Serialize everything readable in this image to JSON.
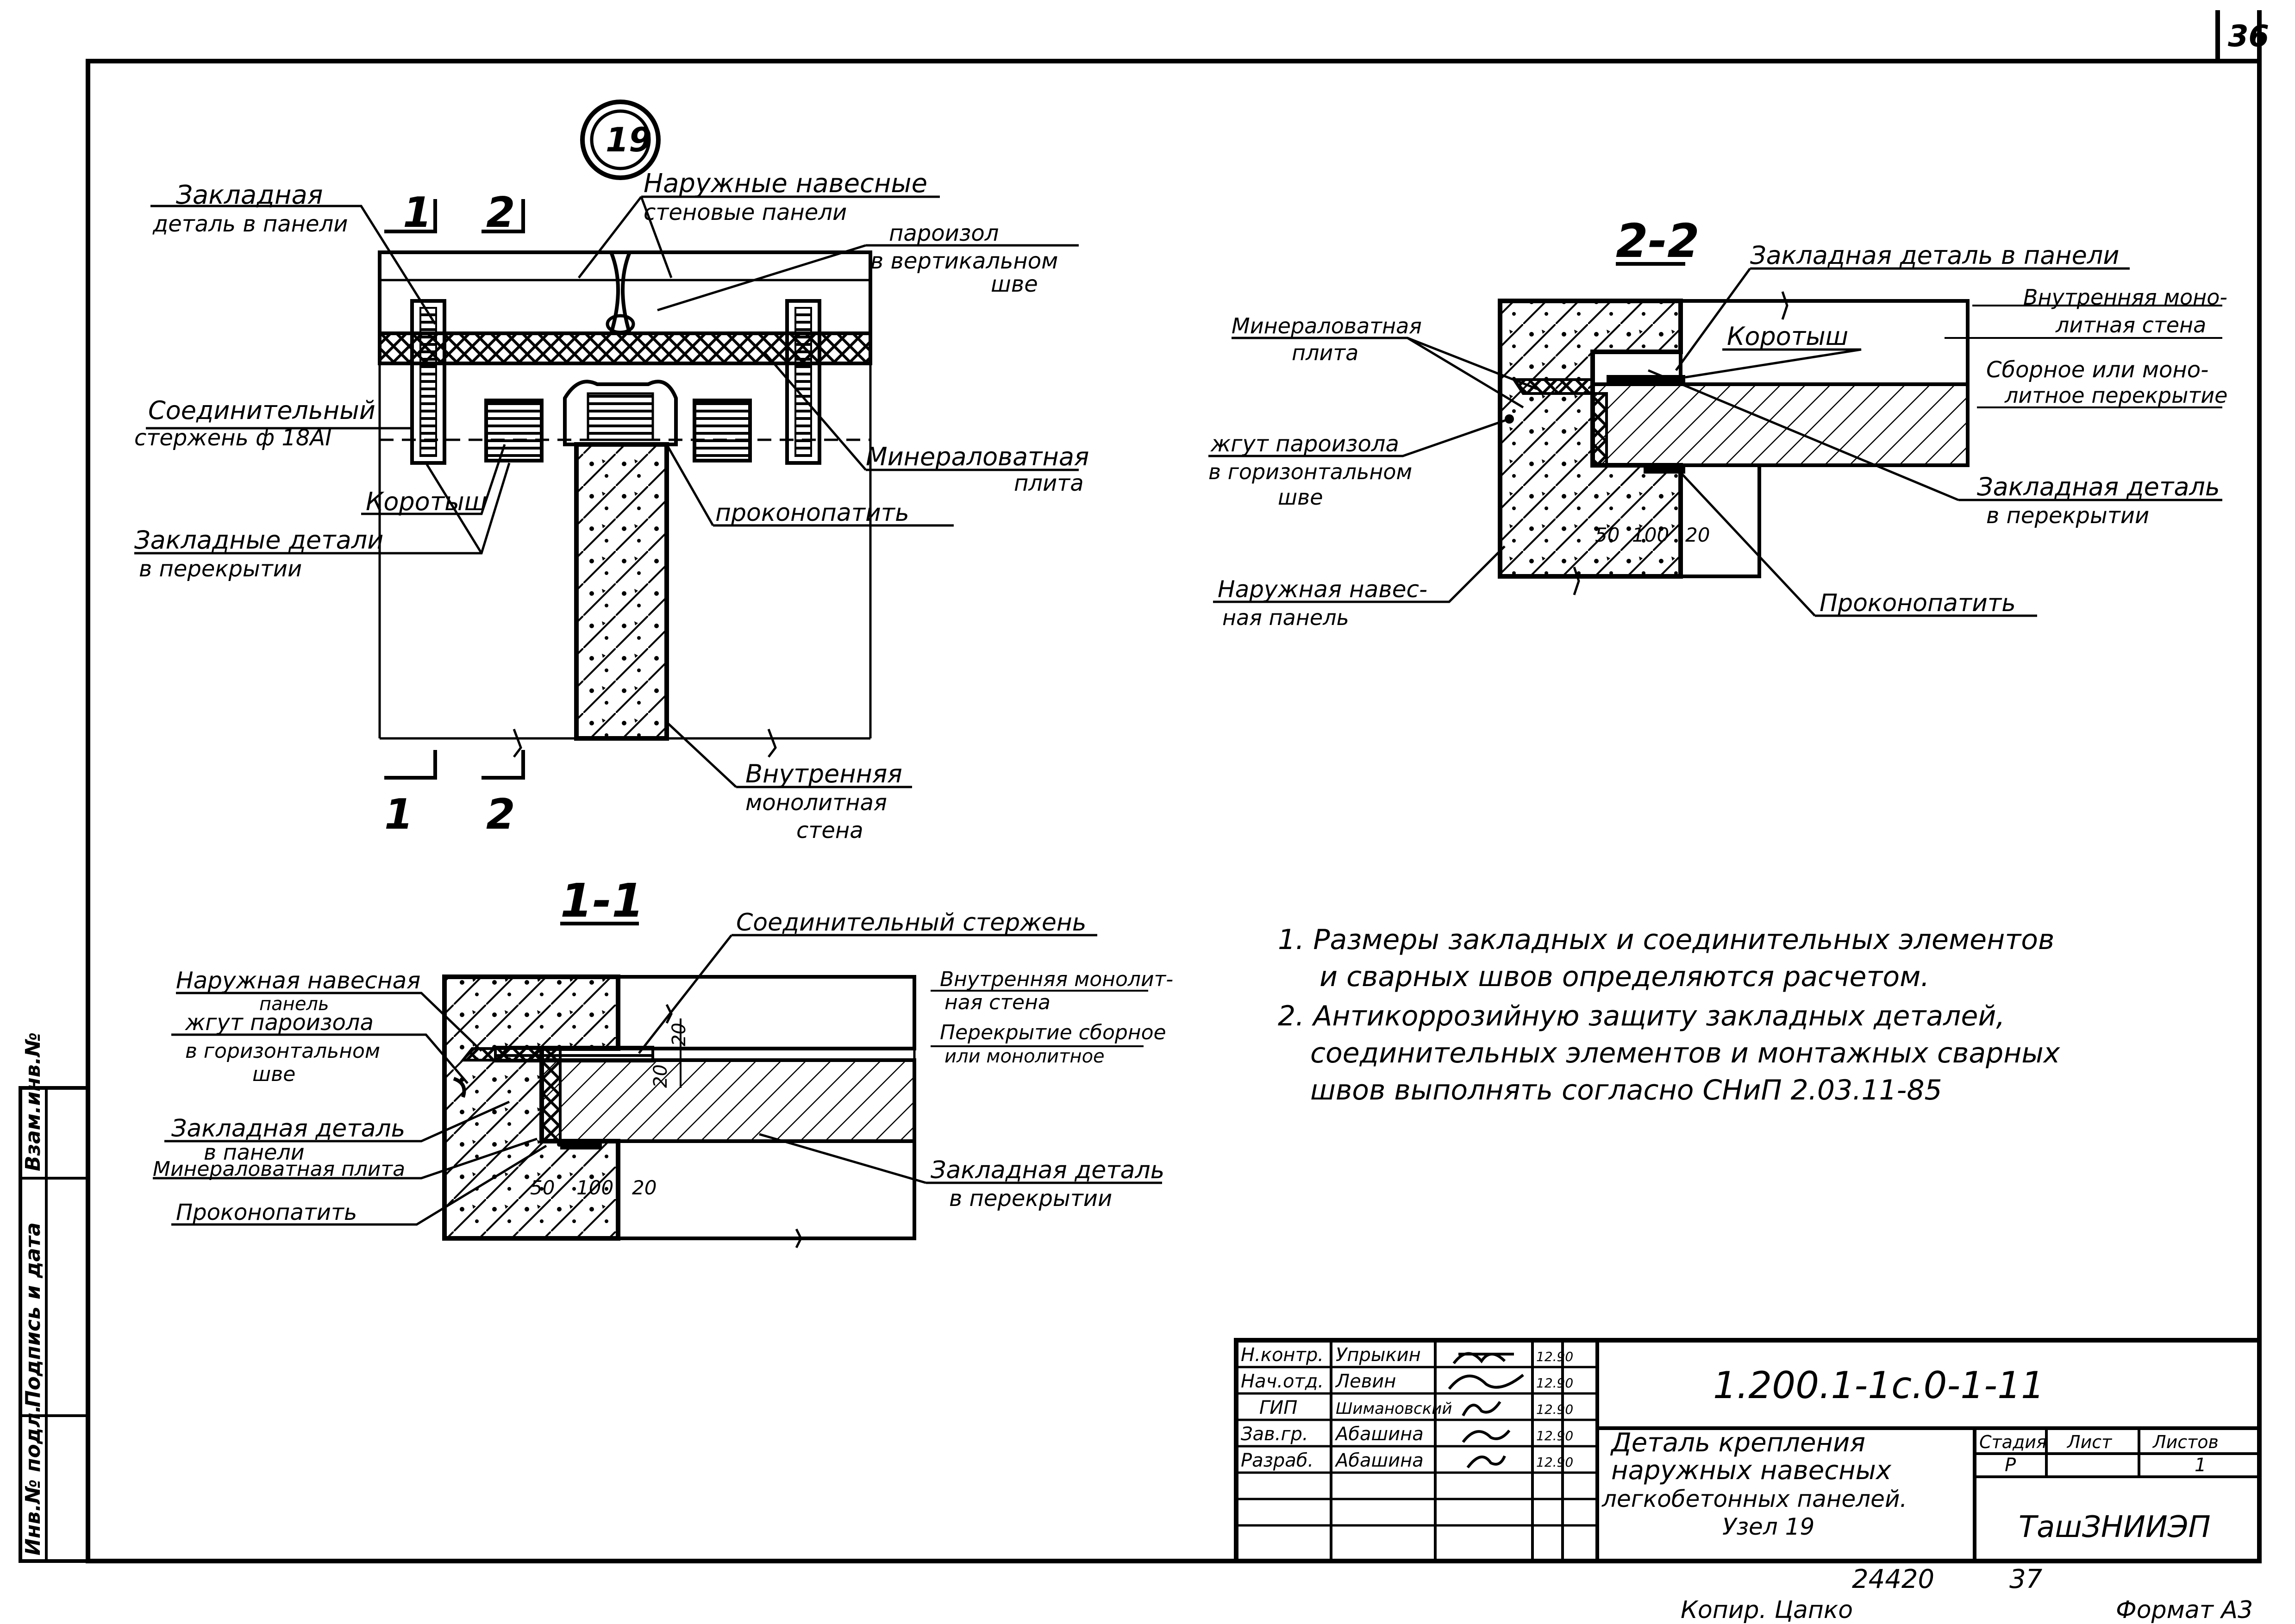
{
  "sheet": {
    "number": "36",
    "inventory": "24420",
    "copy_number": "37",
    "copier": "Копир. Цапко",
    "format": "Формат А3"
  },
  "node_marker": "19",
  "plan": {
    "labels": {
      "embedded_panel_1": "Закладная",
      "embedded_panel_2": "деталь в панели",
      "outer_panels_1": "Наружные навесные",
      "outer_panels_2": "стеновые панели",
      "vapor_vertical_1": "пароизол",
      "vapor_vertical_2": "в вертикальном",
      "vapor_vertical_3": "шве",
      "connector_rod_1": "Соединительный",
      "connector_rod_2": "стержень ф 18АI",
      "short_piece": "Коротыш",
      "embedded_floor_1": "Закладные детали",
      "embedded_floor_2": "в перекрытии",
      "mineral_plate_1": "Минераловатная",
      "mineral_plate_2": "плита",
      "caulk": "проконопатить",
      "inner_wall_1": "Внутренняя",
      "inner_wall_2": "монолитная",
      "inner_wall_3": "стена"
    },
    "cuts": {
      "c1": "1",
      "c2": "2"
    }
  },
  "section_22": {
    "title": "2-2",
    "labels": {
      "embedded_panel": "Закладная деталь в панели",
      "inner_wall_1": "Внутренняя моно-",
      "inner_wall_2": "литная стена",
      "short_piece": "Коротыш",
      "mineral_1": "Минераловатная",
      "mineral_2": "плита",
      "floor_1": "Сборное или моно-",
      "floor_2": "литное перекрытие",
      "vapor_1": "жгут пароизола",
      "vapor_2": "в горизонтальном",
      "vapor_3": "шве",
      "embedded_floor_1": "Закладная деталь",
      "embedded_floor_2": "в перекрытии",
      "outer_panel_1": "Наружная навес-",
      "outer_panel_2": "ная панель",
      "caulk": "Проконопатить"
    },
    "dims": {
      "d50": "50",
      "d100": "100",
      "d20": "20"
    }
  },
  "section_11": {
    "title": "1-1",
    "labels": {
      "connector_rod": "Соединительный стержень",
      "outer_panel_1": "Наружная навесная",
      "outer_panel_2": "панель",
      "vapor_1": "жгут пароизола",
      "vapor_2": "в горизонтальном",
      "vapor_3": "шве",
      "embedded_panel_1": "Закладная деталь",
      "embedded_panel_2": "в панели",
      "mineral": "Минераловатная плита",
      "caulk": "Проконопатить",
      "inner_wall_1": "Внутренняя монолит-",
      "inner_wall_2": "ная стена",
      "floor_1": "Перекрытие сборное",
      "floor_2": "или монолитное",
      "embedded_floor_1": "Закладная деталь",
      "embedded_floor_2": "в перекрытии"
    },
    "dims": {
      "d50": "50",
      "d100": "100",
      "d20": "20",
      "d20v": "20",
      "d20v2": "20"
    }
  },
  "notes": {
    "n1_line1": "1. Размеры закладных и соединительных элементов",
    "n1_line2": "и сварных швов определяются расчетом.",
    "n2_line1": "2. Антикоррозийную защиту закладных деталей,",
    "n2_line2": "соединительных элементов и монтажных сварных",
    "n2_line3": "швов выполнять согласно СНиП 2.03.11-85"
  },
  "side_stamp": {
    "inv_orig": "Инв.№ подл.",
    "sign_date": "Подпись и дата",
    "inv_repl": "Взам.инв.№"
  },
  "title_block": {
    "code": "1.200.1-1с.0-1-11",
    "roles": [
      "Н.контр.",
      "Нач.отд.",
      "ГИП",
      "Зав.гр.",
      "Разраб."
    ],
    "names": [
      "Упрыкин",
      "Левин",
      "Шимановский",
      "Абашина",
      "Абашина"
    ],
    "dates": [
      "12.90",
      "12.90",
      "12.90",
      "12.90",
      "12.90"
    ],
    "title_1": "Деталь крепления",
    "title_2": "наружных навесных",
    "title_3": "легкобетонных панелей.",
    "title_4": "Узел 19",
    "stage_header": "Стадия",
    "sheet_header": "Лист",
    "sheets_header": "Листов",
    "stage": "Р",
    "sheets_total": "1",
    "org": "ТашЗНИИЭП"
  }
}
